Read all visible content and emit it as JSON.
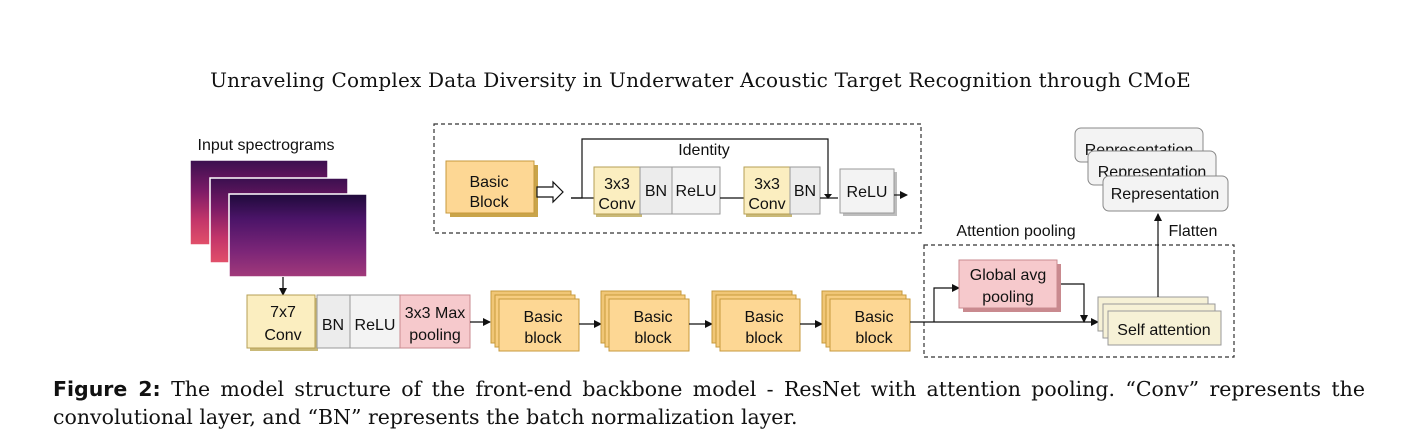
{
  "header": {
    "running_title": "Unraveling Complex Data Diversity in Underwater Acoustic Target Recognition through CMoE"
  },
  "colors": {
    "conv": "#fbeec0",
    "norm": "#ececec",
    "pool": "#f6c9cc",
    "block": "#fdd794",
    "rep": "#f3f3f3",
    "attn": "#f6f1d6"
  },
  "figure": {
    "input_label": "Input spectrograms",
    "basic_block_detail": {
      "block_label": [
        "Basic",
        "Block"
      ],
      "identity_label": "Identity",
      "conv1": [
        "3x3",
        "Conv"
      ],
      "bn1": "BN",
      "relu1": "ReLU",
      "conv2": [
        "3x3",
        "Conv"
      ],
      "bn2": "BN",
      "relu2": "ReLU"
    },
    "stem": {
      "conv": [
        "7x7",
        "Conv"
      ],
      "bn": "BN",
      "relu": "ReLU",
      "pool": [
        "3x3 Max",
        "pooling"
      ]
    },
    "blocks": [
      [
        "Basic",
        "block"
      ],
      [
        "Basic",
        "block"
      ],
      [
        "Basic",
        "block"
      ],
      [
        "Basic",
        "block"
      ]
    ],
    "attention_pooling_label": "Attention pooling",
    "global_avg_pooling": [
      "Global avg",
      "pooling"
    ],
    "self_attention": "Self attention",
    "flatten_label": "Flatten",
    "representation": "Representation"
  },
  "caption": {
    "label": "Figure 2:",
    "text": " The model structure of the front-end backbone model - ResNet with attention pooling. “Conv” represents the convolutional layer, and “BN” represents the batch normalization layer."
  }
}
